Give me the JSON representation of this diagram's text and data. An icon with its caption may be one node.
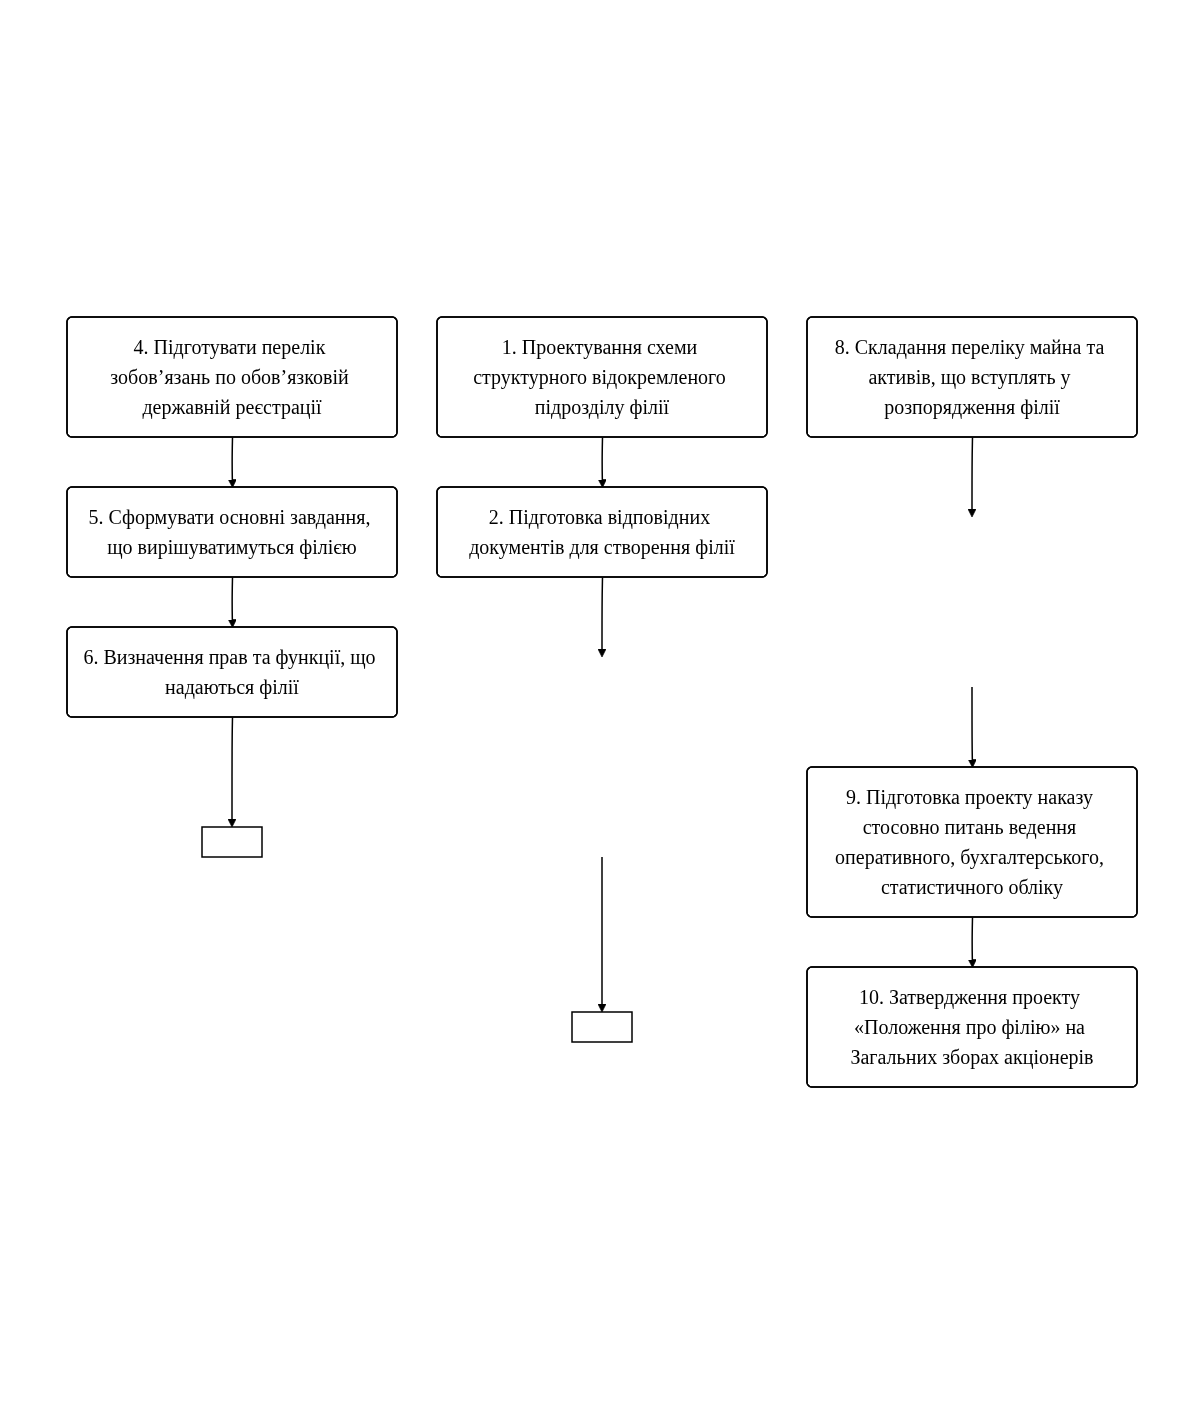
{
  "diagram": {
    "nodes": [
      {
        "text": [
          "1. Проектування схеми структурного відокремленого підрозділу філії"
        ]
      },
      {
        "text": [
          "2. Підготовка відповідних документів для створення філії"
        ]
      },
      {
        "text": [],
        "shape": "box"
      },
      {
        "text": [
          "4. Підготувати перелік зобов’язань по обов’язковій державній реєстрації"
        ]
      },
      {
        "text": [
          "5. Сформувати основні завдання, що вирішуватимуться філією"
        ]
      },
      {
        "text": [
          "6. Визначення прав та функції, що надаються філії"
        ]
      },
      {
        "text": [],
        "shape": "box"
      },
      {
        "text": [
          "8. Складання переліку майна та активів, що вступлять у розпорядження філії"
        ]
      },
      {
        "text": [
          "9. Підготовка проекту наказу стосовно питань ведення оперативного, бухгалтерського, статистичного обліку"
        ]
      },
      {
        "text": [
          "10. Затвердження проекту «Положення про філію» на Загальних зборах акціонерів"
        ]
      }
    ],
    "edges": [
      {
        "from": 0,
        "to": 1,
        "arrow": "to"
      },
      {
        "from": 1,
        "to": null,
        "arrow": "to"
      },
      {
        "from": null,
        "to": 2,
        "arrow": "to"
      },
      {
        "from": 3,
        "to": 4,
        "arrow": "to"
      },
      {
        "from": 4,
        "to": 5,
        "arrow": "to"
      },
      {
        "from": 5,
        "to": 6,
        "arrow": "to"
      },
      {
        "from": 7,
        "to": null,
        "arrow": "to"
      },
      {
        "from": null,
        "to": 8,
        "arrow": "to"
      },
      {
        "from": 8,
        "to": 9,
        "arrow": "to"
      }
    ]
  }
}
